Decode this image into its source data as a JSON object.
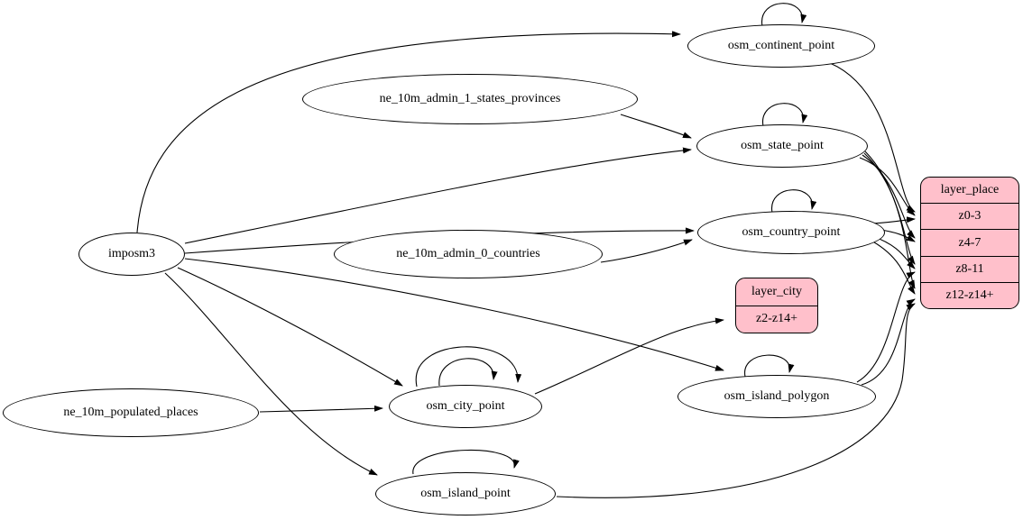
{
  "diagram": {
    "kind": "etl-dependency-graph",
    "colors": {
      "record_fill": "#ffc0cb",
      "node_fill": "#ffffff",
      "edge_color": "#000000",
      "background": "#ffffff"
    },
    "nodes": [
      {
        "id": "imposm3",
        "label": "imposm3",
        "shape": "ellipse"
      },
      {
        "id": "ne_10m_admin_1_states_provinces",
        "label": "ne_10m_admin_1_states_provinces",
        "shape": "ellipse"
      },
      {
        "id": "ne_10m_admin_0_countries",
        "label": "ne_10m_admin_0_countries",
        "shape": "ellipse"
      },
      {
        "id": "ne_10m_populated_places",
        "label": "ne_10m_populated_places",
        "shape": "ellipse"
      },
      {
        "id": "osm_continent_point",
        "label": "osm_continent_point",
        "shape": "ellipse"
      },
      {
        "id": "osm_state_point",
        "label": "osm_state_point",
        "shape": "ellipse"
      },
      {
        "id": "osm_country_point",
        "label": "osm_country_point",
        "shape": "ellipse"
      },
      {
        "id": "osm_city_point",
        "label": "osm_city_point",
        "shape": "ellipse"
      },
      {
        "id": "osm_island_polygon",
        "label": "osm_island_polygon",
        "shape": "ellipse"
      },
      {
        "id": "osm_island_point",
        "label": "osm_island_point",
        "shape": "ellipse"
      },
      {
        "id": "layer_place",
        "label": "layer_place",
        "shape": "record",
        "rows": [
          "z0-3",
          "z4-7",
          "z8-11",
          "z12-z14+"
        ]
      },
      {
        "id": "layer_city",
        "label": "layer_city",
        "shape": "record",
        "rows": [
          "z2-z14+"
        ]
      }
    ],
    "edges": [
      {
        "from": "imposm3",
        "to": "osm_continent_point"
      },
      {
        "from": "imposm3",
        "to": "osm_state_point"
      },
      {
        "from": "imposm3",
        "to": "osm_country_point"
      },
      {
        "from": "imposm3",
        "to": "osm_city_point"
      },
      {
        "from": "imposm3",
        "to": "osm_island_polygon"
      },
      {
        "from": "imposm3",
        "to": "osm_island_point"
      },
      {
        "from": "ne_10m_admin_1_states_provinces",
        "to": "osm_state_point"
      },
      {
        "from": "ne_10m_admin_0_countries",
        "to": "osm_country_point"
      },
      {
        "from": "ne_10m_populated_places",
        "to": "osm_city_point"
      },
      {
        "from": "osm_continent_point",
        "to": "osm_continent_point",
        "self_loop": true
      },
      {
        "from": "osm_state_point",
        "to": "osm_state_point",
        "self_loop": true
      },
      {
        "from": "osm_country_point",
        "to": "osm_country_point",
        "self_loop": true
      },
      {
        "from": "osm_city_point",
        "to": "osm_city_point",
        "self_loop": true
      },
      {
        "from": "osm_city_point",
        "to": "osm_city_point",
        "self_loop": true
      },
      {
        "from": "osm_island_polygon",
        "to": "osm_island_polygon",
        "self_loop": true
      },
      {
        "from": "osm_island_point",
        "to": "osm_island_point",
        "self_loop": true
      },
      {
        "from": "osm_continent_point",
        "to": "layer_place",
        "to_port": "z0-3"
      },
      {
        "from": "osm_state_point",
        "to": "layer_place",
        "to_port": "z0-3"
      },
      {
        "from": "osm_state_point",
        "to": "layer_place",
        "to_port": "z4-7"
      },
      {
        "from": "osm_state_point",
        "to": "layer_place",
        "to_port": "z8-11"
      },
      {
        "from": "osm_state_point",
        "to": "layer_place",
        "to_port": "z12-z14+"
      },
      {
        "from": "osm_country_point",
        "to": "layer_place",
        "to_port": "z0-3"
      },
      {
        "from": "osm_country_point",
        "to": "layer_place",
        "to_port": "z4-7"
      },
      {
        "from": "osm_country_point",
        "to": "layer_place",
        "to_port": "z8-11"
      },
      {
        "from": "osm_country_point",
        "to": "layer_place",
        "to_port": "z12-z14+"
      },
      {
        "from": "osm_island_polygon",
        "to": "layer_place",
        "to_port": "z8-11"
      },
      {
        "from": "osm_island_polygon",
        "to": "layer_place",
        "to_port": "z12-z14+"
      },
      {
        "from": "osm_island_point",
        "to": "layer_place",
        "to_port": "z12-z14+"
      },
      {
        "from": "osm_city_point",
        "to": "layer_city",
        "to_port": "z2-z14+"
      }
    ]
  }
}
